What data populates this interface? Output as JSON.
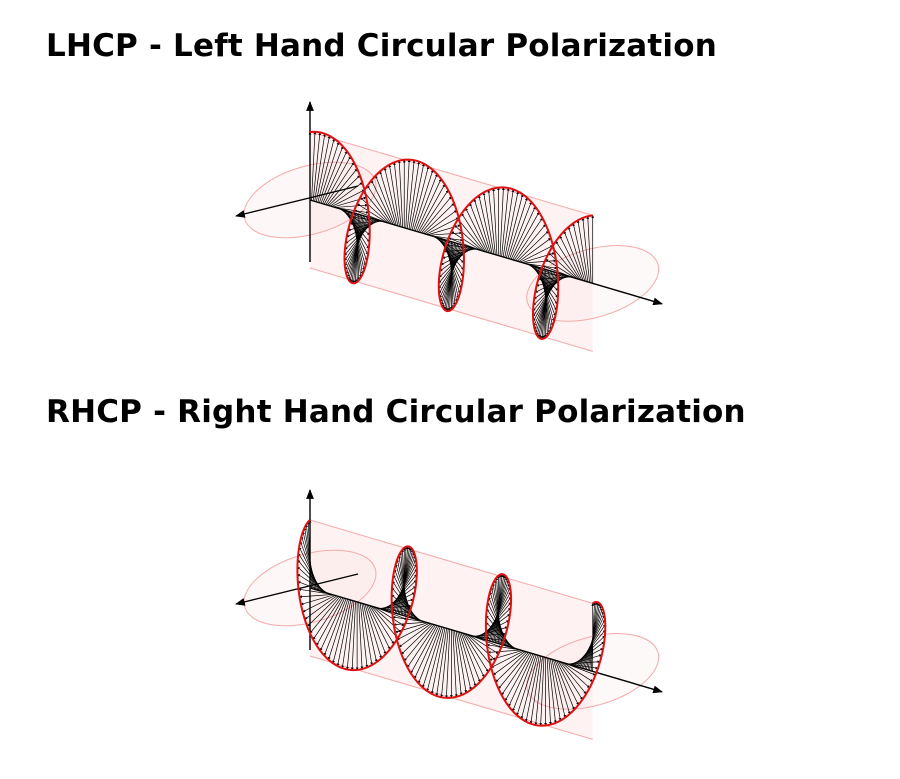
{
  "titles": {
    "lhcp": "LHCP - Left Hand Circular Polarization",
    "rhcp": "RHCP - Right Hand Circular Polarization"
  },
  "diagrams": [
    {
      "id": "lhcp",
      "handedness": "left",
      "turns": 3
    },
    {
      "id": "rhcp",
      "handedness": "right",
      "turns": 3
    }
  ],
  "colors": {
    "helix": "#dd1111",
    "cylinder_fill": "#fde8e8",
    "cylinder_edge": "#f4aaaa",
    "vectors": "#000000",
    "axes": "#000000"
  }
}
